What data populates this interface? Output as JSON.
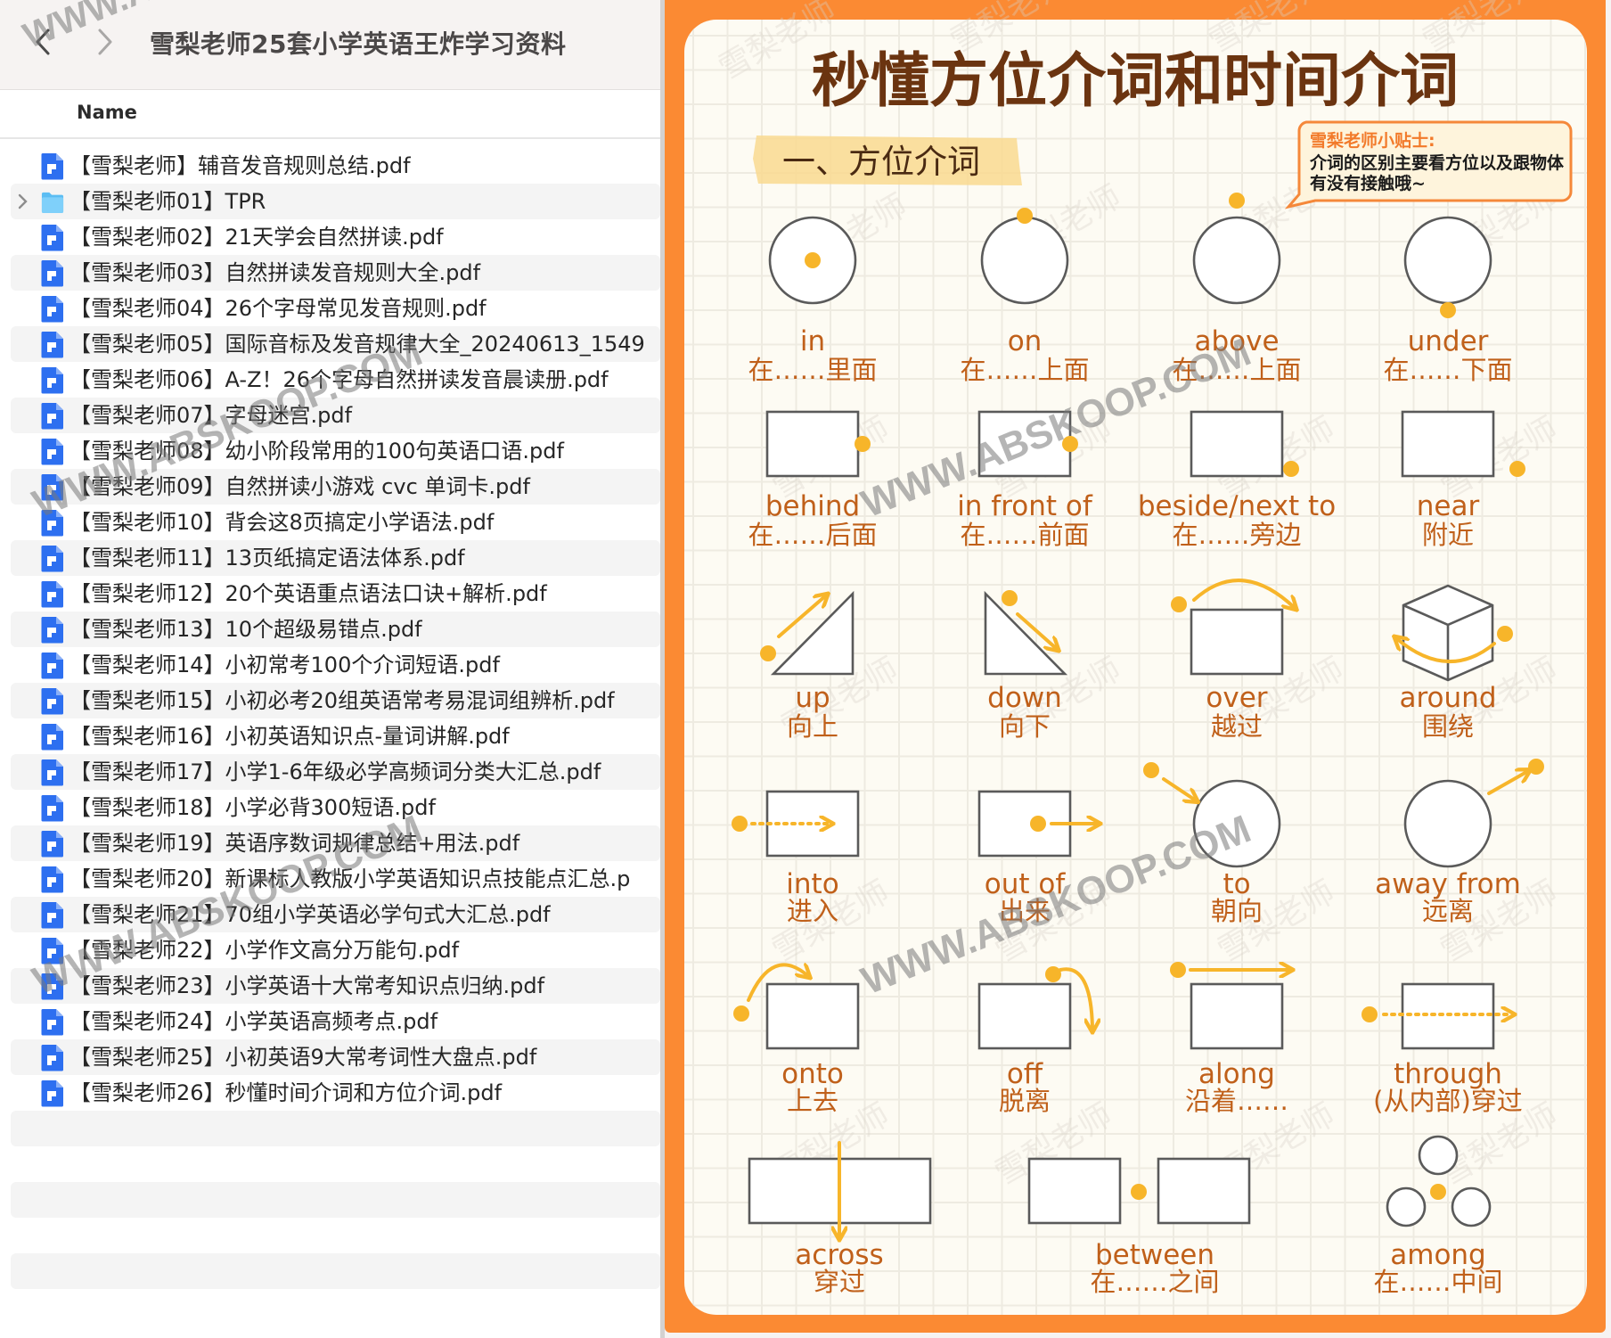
{
  "window": {
    "title": "雪梨老师25套小学英语王炸学习资料",
    "back_icon": "chevron-left-icon",
    "forward_icon": "chevron-right-icon"
  },
  "list": {
    "column_header": "Name",
    "items": [
      {
        "name": "【雪梨老师】辅音发音规则总结.pdf",
        "type": "pdf"
      },
      {
        "name": "【雪梨老师01】TPR",
        "type": "folder"
      },
      {
        "name": "【雪梨老师02】21天学会自然拼读.pdf",
        "type": "pdf"
      },
      {
        "name": "【雪梨老师03】自然拼读发音规则大全.pdf",
        "type": "pdf"
      },
      {
        "name": "【雪梨老师04】26个字母常见发音规则.pdf",
        "type": "pdf"
      },
      {
        "name": "【雪梨老师05】国际音标及发音规律大全_20240613_1549",
        "type": "pdf"
      },
      {
        "name": "【雪梨老师06】A-Z！26个字母自然拼读发音晨读册.pdf",
        "type": "pdf"
      },
      {
        "name": "【雪梨老师07】字母迷宫.pdf",
        "type": "pdf"
      },
      {
        "name": "【雪梨老师08】幼小阶段常用的100句英语口语.pdf",
        "type": "pdf"
      },
      {
        "name": "【雪梨老师09】自然拼读小游戏 cvc 单词卡.pdf",
        "type": "pdf"
      },
      {
        "name": "【雪梨老师10】背会这8页搞定小学语法.pdf",
        "type": "pdf"
      },
      {
        "name": "【雪梨老师11】13页纸搞定语法体系.pdf",
        "type": "pdf"
      },
      {
        "name": "【雪梨老师12】20个英语重点语法口诀+解析.pdf",
        "type": "pdf"
      },
      {
        "name": "【雪梨老师13】10个超级易错点.pdf",
        "type": "pdf"
      },
      {
        "name": "【雪梨老师14】小初常考100个介词短语.pdf",
        "type": "pdf"
      },
      {
        "name": "【雪梨老师15】小初必考20组英语常考易混词组辨析.pdf",
        "type": "pdf"
      },
      {
        "name": "【雪梨老师16】小初英语知识点-量词讲解.pdf",
        "type": "pdf"
      },
      {
        "name": "【雪梨老师17】小学1-6年级必学高频词分类大汇总.pdf",
        "type": "pdf"
      },
      {
        "name": "【雪梨老师18】小学必背300短语.pdf",
        "type": "pdf"
      },
      {
        "name": "【雪梨老师19】英语序数词规律总结+用法.pdf",
        "type": "pdf"
      },
      {
        "name": "【雪梨老师20】新课标人教版小学英语知识点技能点汇总.p",
        "type": "pdf"
      },
      {
        "name": "【雪梨老师21】70组小学英语必学句式大汇总.pdf",
        "type": "pdf"
      },
      {
        "name": "【雪梨老师22】小学作文高分万能句.pdf",
        "type": "pdf"
      },
      {
        "name": "【雪梨老师23】小学英语十大常考知识点归纳.pdf",
        "type": "pdf"
      },
      {
        "name": "【雪梨老师24】小学英语高频考点.pdf",
        "type": "pdf"
      },
      {
        "name": "【雪梨老师25】小初英语9大常考词性大盘点.pdf",
        "type": "pdf"
      },
      {
        "name": "【雪梨老师26】秒懂时间介词和方位介词.pdf",
        "type": "pdf"
      }
    ],
    "empty_rows": 6
  },
  "poster": {
    "title": "秒懂方位介词和时间介词",
    "section_heading": "一、方位介词",
    "tip": {
      "heading": "雪梨老师小贴士:",
      "line1": "介词的区别主要看方位以及跟物体",
      "line2": "有没有接触哦~"
    },
    "watermark_site": "WWW.ABSKOOP.COM",
    "watermark_brand": "雪梨老师",
    "colors": {
      "frame": "#fb8a33",
      "card": "#fdfbf3",
      "grid": "#eeebe1",
      "title": "#6b3410",
      "label": "#c0601a",
      "dot": "#f7b52a",
      "shape_stroke": "#5a5a5a",
      "tip_heading": "#f27a2a"
    },
    "prepositions": [
      {
        "en": "in",
        "zh": "在……里面"
      },
      {
        "en": "on",
        "zh": "在……上面"
      },
      {
        "en": "above",
        "zh": "在……上面"
      },
      {
        "en": "under",
        "zh": "在……下面"
      },
      {
        "en": "behind",
        "zh": "在……后面"
      },
      {
        "en": "in front of",
        "zh": "在……前面"
      },
      {
        "en": "beside/next to",
        "zh": "在……旁边"
      },
      {
        "en": "near",
        "zh": "附近"
      },
      {
        "en": "up",
        "zh": "向上"
      },
      {
        "en": "down",
        "zh": "向下"
      },
      {
        "en": "over",
        "zh": "越过"
      },
      {
        "en": "around",
        "zh": "围绕"
      },
      {
        "en": "into",
        "zh": "进入"
      },
      {
        "en": "out of",
        "zh": "出来"
      },
      {
        "en": "to",
        "zh": "朝向"
      },
      {
        "en": "away from",
        "zh": "远离"
      },
      {
        "en": "onto",
        "zh": "上去"
      },
      {
        "en": "off",
        "zh": "脱离"
      },
      {
        "en": "along",
        "zh": "沿着……"
      },
      {
        "en": "through",
        "zh": "(从内部)穿过"
      },
      {
        "en": "across",
        "zh": "穿过"
      },
      {
        "en": "between",
        "zh": "在……之间"
      },
      {
        "en": "among",
        "zh": "在……中间"
      }
    ]
  }
}
